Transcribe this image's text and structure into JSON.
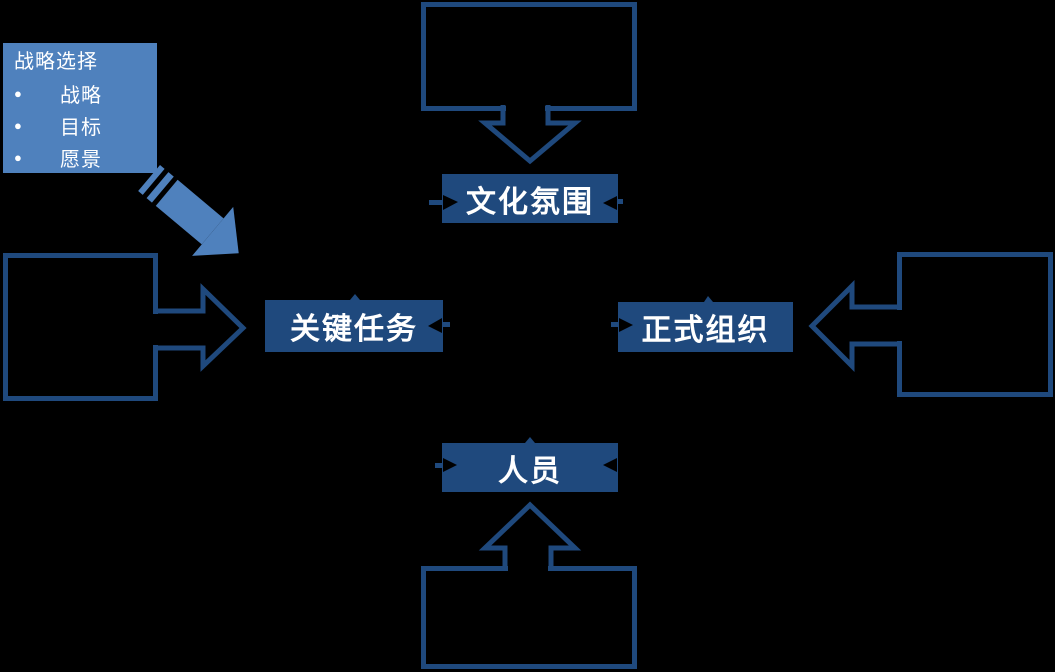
{
  "diagram": {
    "title_hint": "congruence-model-diagram",
    "colors": {
      "background": "#000000",
      "accent_light_blue": "#4F81BD",
      "accent_dark_navy": "#1F497D",
      "text_white": "#FFFFFF"
    },
    "strategy_box": {
      "title": "战略选择",
      "bullet_glyph": "●",
      "bullets": [
        "战略",
        "目标",
        "愿景"
      ]
    },
    "labels": {
      "culture": "文化氛围",
      "key_tasks": "关键任务",
      "formal_org": "正式组织",
      "people": "人员"
    },
    "empty_boxes": [
      "top",
      "left",
      "right",
      "bottom"
    ],
    "arrows": [
      "striped-diagonal-arrow from strategy box toward key-tasks label",
      "hollow down arrow from top box to culture label",
      "hollow right arrow from left box to key-tasks label",
      "hollow left arrow from right box to formal-org label",
      "hollow up arrow from bottom box to people label"
    ]
  }
}
